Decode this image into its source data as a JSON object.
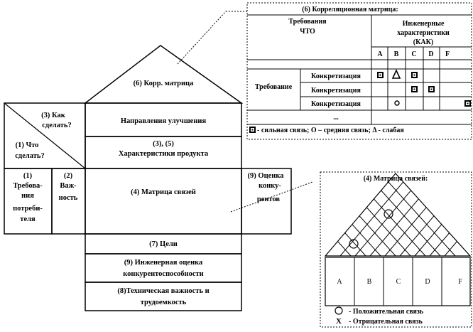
{
  "house": {
    "corr_roof": "(6) Корр. матрица",
    "how_label_1": "(3) Как",
    "how_label_2": "сделать?",
    "what_label_1": "(1) Что",
    "what_label_2": "сделать?",
    "improvement": "Направления улучшения",
    "characteristics_1": "(3), (5)",
    "characteristics_2": "Характеристики продукта",
    "consumer_req": [
      "(1)",
      "Требова-",
      "ния",
      "потреби-",
      "теля"
    ],
    "importance": [
      "(2)",
      "Важ-",
      "ность"
    ],
    "relation_matrix": "(4) Матрица связей",
    "competitor_eval": [
      "(9) Оценка",
      "конку-",
      "рентов"
    ],
    "goals": "(7) Цели",
    "eng_eval_1": "(9) Инженерная оценка",
    "eng_eval_2": "конкурентоспособности",
    "tech_1": "(8)Техническая важность и",
    "tech_2": "трудоемкость"
  },
  "corr_detail": {
    "title": "(6) Корреляционная матрица:",
    "req_what_1": "Требования",
    "req_what_2": "ЧТО",
    "eng_1": "Инженерные",
    "eng_2": "характеристики",
    "eng_3": "(КАК)",
    "cols": [
      "A",
      "B",
      "C",
      "D",
      "F"
    ],
    "row_group": "Требование",
    "rows": [
      "Конкретизация",
      "Конкретизация",
      "Конкретизация"
    ],
    "dots": "...",
    "legend": "- сильная связь; О – средняя связь; Δ - слабая"
  },
  "relation_detail": {
    "title": "(4) Матрица связей:",
    "cols": [
      "A",
      "B",
      "C",
      "D",
      "F"
    ],
    "legend_positive": "- Положительная связь",
    "legend_negative_mark": "X",
    "legend_negative": "- Отрицательная связь"
  }
}
